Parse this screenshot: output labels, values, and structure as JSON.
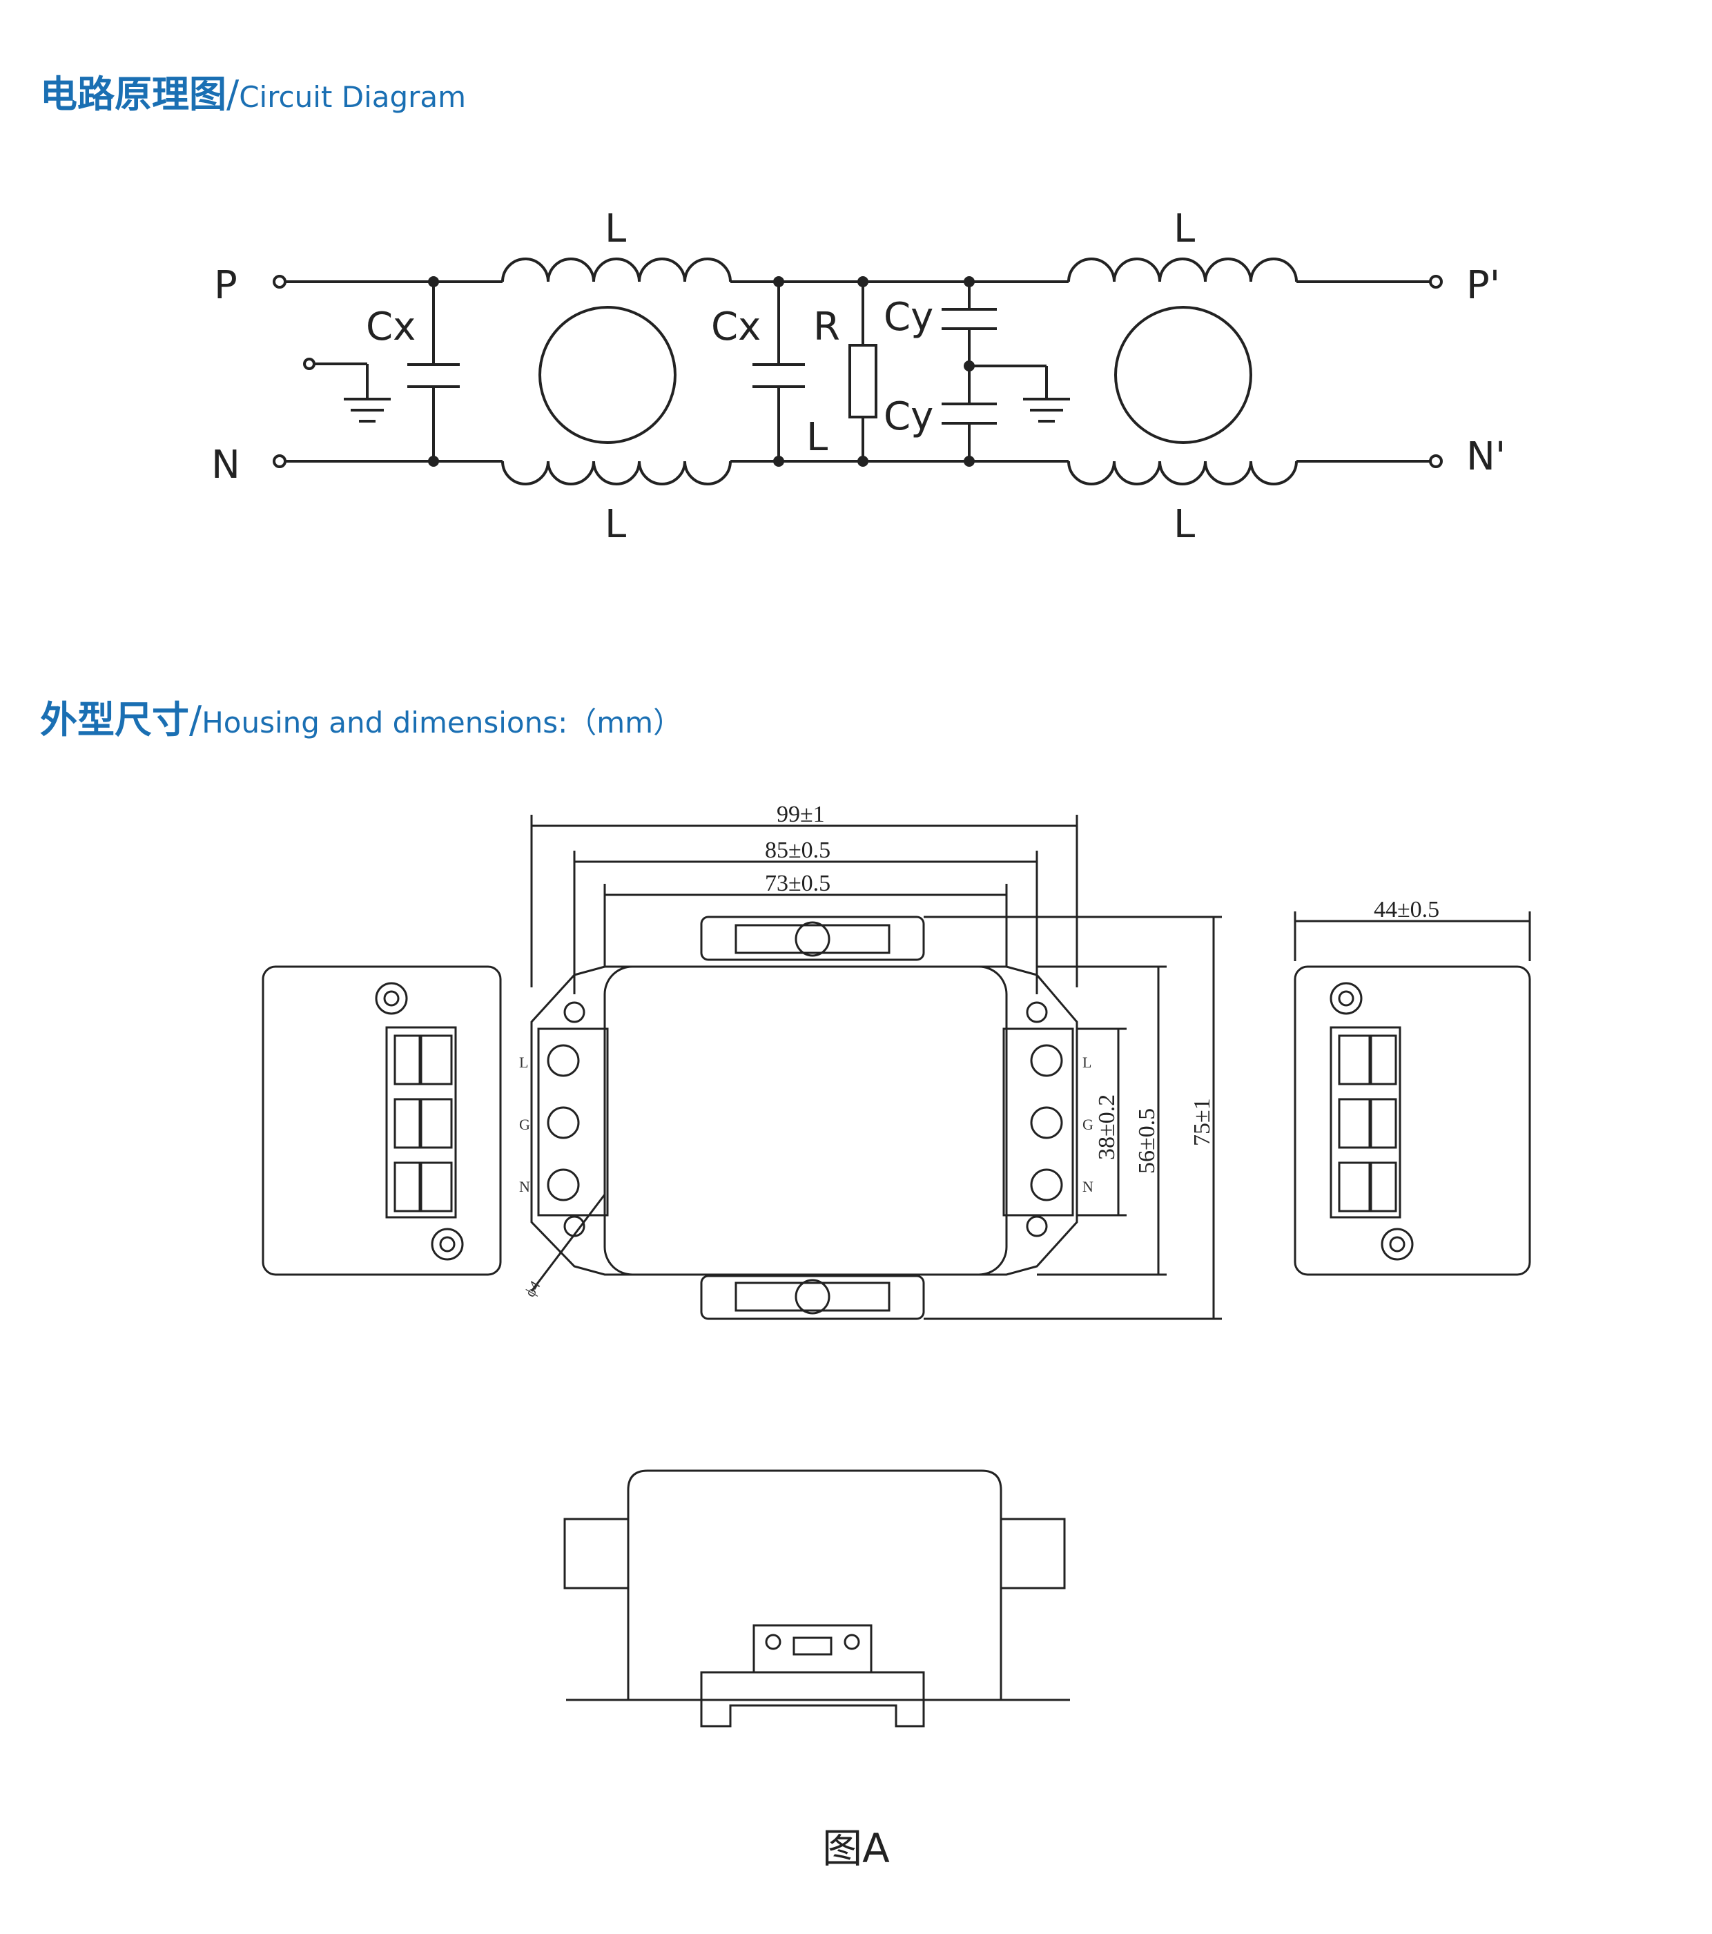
{
  "section_circuit": {
    "title_zh": "电路原理图",
    "separator": "/",
    "title_en": "Circuit Diagram"
  },
  "section_housing": {
    "title_zh": "外型尺寸",
    "separator": "/",
    "title_en": "Housing and dimensions:（mm）"
  },
  "circuit": {
    "terminals": {
      "p_in": "P",
      "n_in": "N",
      "p_out": "P'",
      "n_out": "N'"
    },
    "inductor_label": "L",
    "cx_label": "Cx",
    "cy_label": "Cy",
    "r_label": "R",
    "mid_l_label": "L"
  },
  "dimensions": {
    "overall_width": "99±1",
    "hole_spacing": "85±0.5",
    "body_width": "73±0.5",
    "depth": "44±0.5",
    "terminal_spacing": "38±0.2",
    "body_height": "56±0.5",
    "overall_height": "75±1",
    "hole_dia": "ϕ4",
    "terminal_labels": [
      "L",
      "G",
      "N"
    ]
  },
  "figure_caption": "图A"
}
